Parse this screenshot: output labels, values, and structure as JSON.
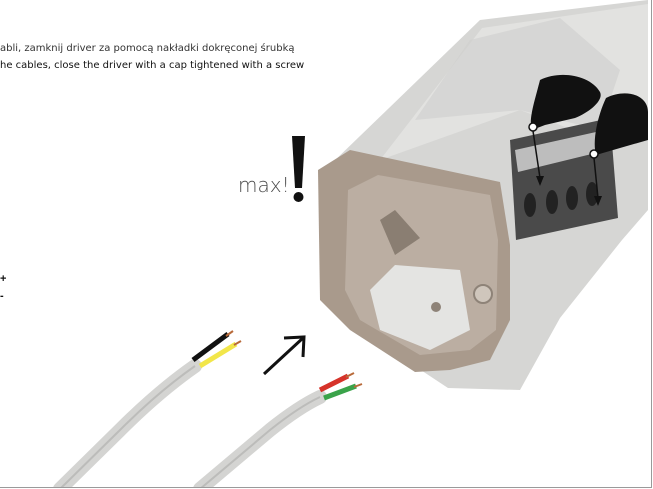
{
  "instructions": {
    "pl": "abli, zamknij driver za pomocą nakładki dokręconej śrubką",
    "en": "he cables, close the driver with a cap tightened with a screw"
  },
  "warning": {
    "label": "max!"
  },
  "polarity": {
    "plus": "+",
    "minus": "-"
  },
  "icons": [
    "exclamation-icon",
    "hand-pointer-icon",
    "arrow-icon"
  ]
}
